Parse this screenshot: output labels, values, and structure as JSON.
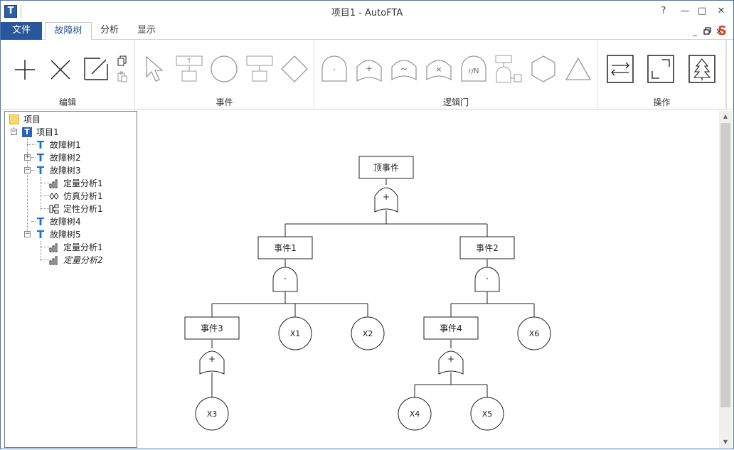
{
  "window": {
    "title": "项目1 - AutoFTA",
    "app_icon_letter": "T",
    "controls": {
      "help": "?",
      "minimize": "—",
      "maximize": "□",
      "close": "✕"
    }
  },
  "menu": {
    "file": "文件",
    "tabs": [
      {
        "label": "故障树",
        "active": true
      },
      {
        "label": "分析",
        "active": false
      },
      {
        "label": "显示",
        "active": false
      }
    ],
    "mdi": {
      "minimize": "_",
      "restore": "🗗",
      "close": "✕"
    },
    "logo": "S"
  },
  "ribbon": {
    "groups": {
      "edit": "编辑",
      "events": "事件",
      "gates": "逻辑门",
      "operations": "操作"
    },
    "gate_labels": {
      "and": "·",
      "or": "+",
      "xor": "~",
      "not": "×",
      "voting": "r/N",
      "transfer": "·"
    }
  },
  "tree": {
    "root": "项目",
    "project": "项目1",
    "project_icon_letter": "T",
    "ft_icon_letter": "T",
    "items": {
      "ft1": "故障树1",
      "ft2": "故障树2",
      "ft3": "故障树3",
      "ft3_quant": "定量分析1",
      "ft3_sim": "仿真分析1",
      "ft3_qual": "定性分析1",
      "ft4": "故障树4",
      "ft5": "故障树5",
      "ft5_quant1": "定量分析1",
      "ft5_quant2": "定量分析2"
    },
    "expander_plus": "+",
    "expander_minus": "−"
  },
  "diagram": {
    "top_event": "顶事件",
    "event1": "事件1",
    "event2": "事件2",
    "event3": "事件3",
    "event4": "事件4",
    "basic": {
      "x1": "X1",
      "x2": "X2",
      "x3": "X3",
      "x4": "X4",
      "x5": "X5",
      "x6": "X6"
    },
    "gate_or": "+",
    "gate_and": "·"
  }
}
